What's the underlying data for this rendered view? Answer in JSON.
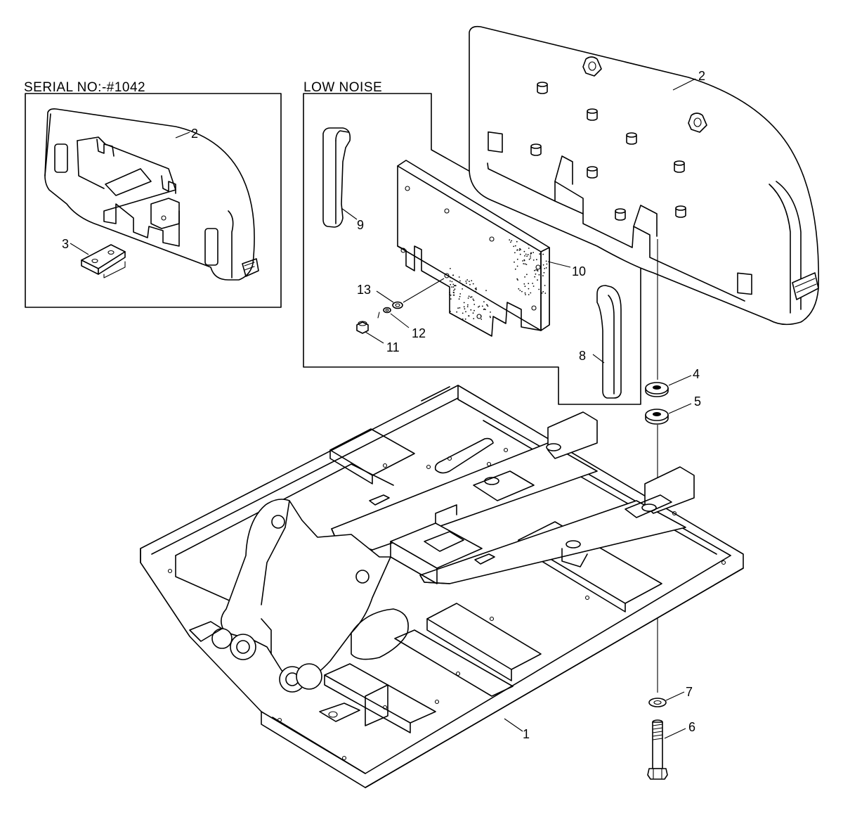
{
  "insets": {
    "serial": {
      "label": "SERIAL NO:-#1042"
    },
    "low_noise": {
      "label": "LOW NOISE"
    }
  },
  "callouts": {
    "inset_counterweight": "2",
    "inset_plate": "3",
    "main_counterweight": "2",
    "frame": "1",
    "washer_4": "4",
    "washer_5": "5",
    "bolt": "6",
    "washer_7": "7",
    "seal_8": "8",
    "seal_9": "9",
    "cover_plate": "10",
    "bolt_11": "11",
    "washer_12": "12",
    "washer_13": "13"
  }
}
